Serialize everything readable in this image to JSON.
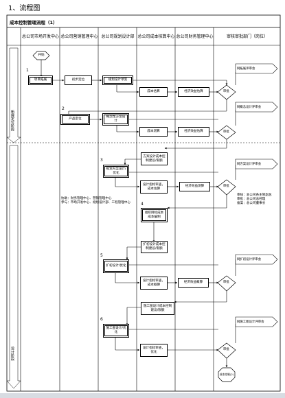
{
  "page": {
    "title": "1、流程图",
    "subtitle": "成本控制管理流程（1）"
  },
  "lanes": [
    {
      "label": "总公司市场开发中心"
    },
    {
      "label": "总公司营销管理中心"
    },
    {
      "label": "总公司规划设计部"
    },
    {
      "label": "总公司成本核算中心"
    },
    {
      "label": "总公司财务管理中心"
    },
    {
      "label": "审核审批部门（岗位）"
    }
  ],
  "phases": {
    "top": "拓展定位阶段",
    "bottom": "设计阶段"
  },
  "nodes": {
    "start": "开始",
    "end": "成本控制(2)",
    "n1": "项目拓展",
    "n_init": "初步定位",
    "n_plan": "规划设计草案",
    "n_est1": "成本估算",
    "n_econ1": "经济效益估算",
    "n_prod": "产品定位",
    "n_concept": "概念性方案设计",
    "n_meas": "成本测算",
    "n_econ2": "经济效益估算",
    "n_scheme": "方案设计成本控制建议/限额",
    "n_indsch": "规划方案设计/优化",
    "n_idxrev": "设计指标审查，成本估算",
    "n_econ3": "经济效益测算",
    "n_target": "组织目标成本成本编制",
    "n_prelim": "扩初设计成本控制建议/限额",
    "n_prelimd": "扩初设计/优化",
    "n_idx2": "设计指标审查，成本概算",
    "n_econ4": "经济效益概算",
    "n_const": "施工图设计成本控制建议/限额",
    "n_constd": "施工图设计/优化",
    "n_idx3": "设计指标审查，优化",
    "a1": "审批",
    "a2": "审批",
    "a3": "审批",
    "a4": "审批",
    "a5": "审批"
  },
  "committees": {
    "c1": "网拓展评审会",
    "c2": "网概念设计评审会",
    "c3": "网方案设计评审会",
    "c4": "网扩初设计评审会",
    "c5": "网施工图设计评审会"
  },
  "notes": {
    "coop": "协助：财务管理中心、营销管理中心\n参与：市场开发中心、规划设计部、工程管理中心",
    "approvals": "审核：总公司各主管副总\n审批：总公司总经理\n备案：总公司董事长"
  },
  "step_numbers": [
    "1",
    "2",
    "3",
    "4",
    "5",
    "6"
  ]
}
